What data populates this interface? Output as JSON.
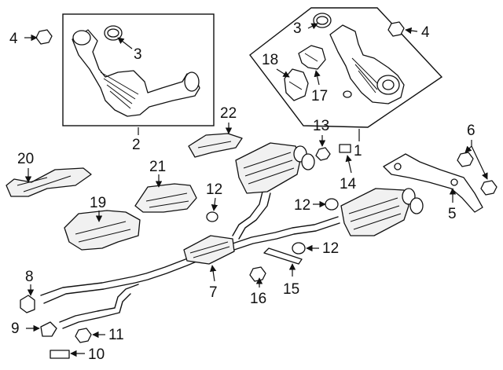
{
  "callouts": {
    "c1": "1",
    "c2": "2",
    "c3a": "3",
    "c3b": "3",
    "c4a": "4",
    "c4b": "4",
    "c5": "5",
    "c6": "6",
    "c7": "7",
    "c8": "8",
    "c9": "9",
    "c10": "10",
    "c11": "11",
    "c12a": "12",
    "c12b": "12",
    "c12c": "12",
    "c13": "13",
    "c14": "14",
    "c15": "15",
    "c16": "16",
    "c17": "17",
    "c18": "18",
    "c19": "19",
    "c20": "20",
    "c21": "21",
    "c22": "22"
  },
  "colors": {
    "line": "#111111",
    "fill": "#f1f1f1",
    "background": "#ffffff"
  },
  "icons": {
    "arrowhead": "arrowhead-icon",
    "nut": "nut-icon"
  }
}
